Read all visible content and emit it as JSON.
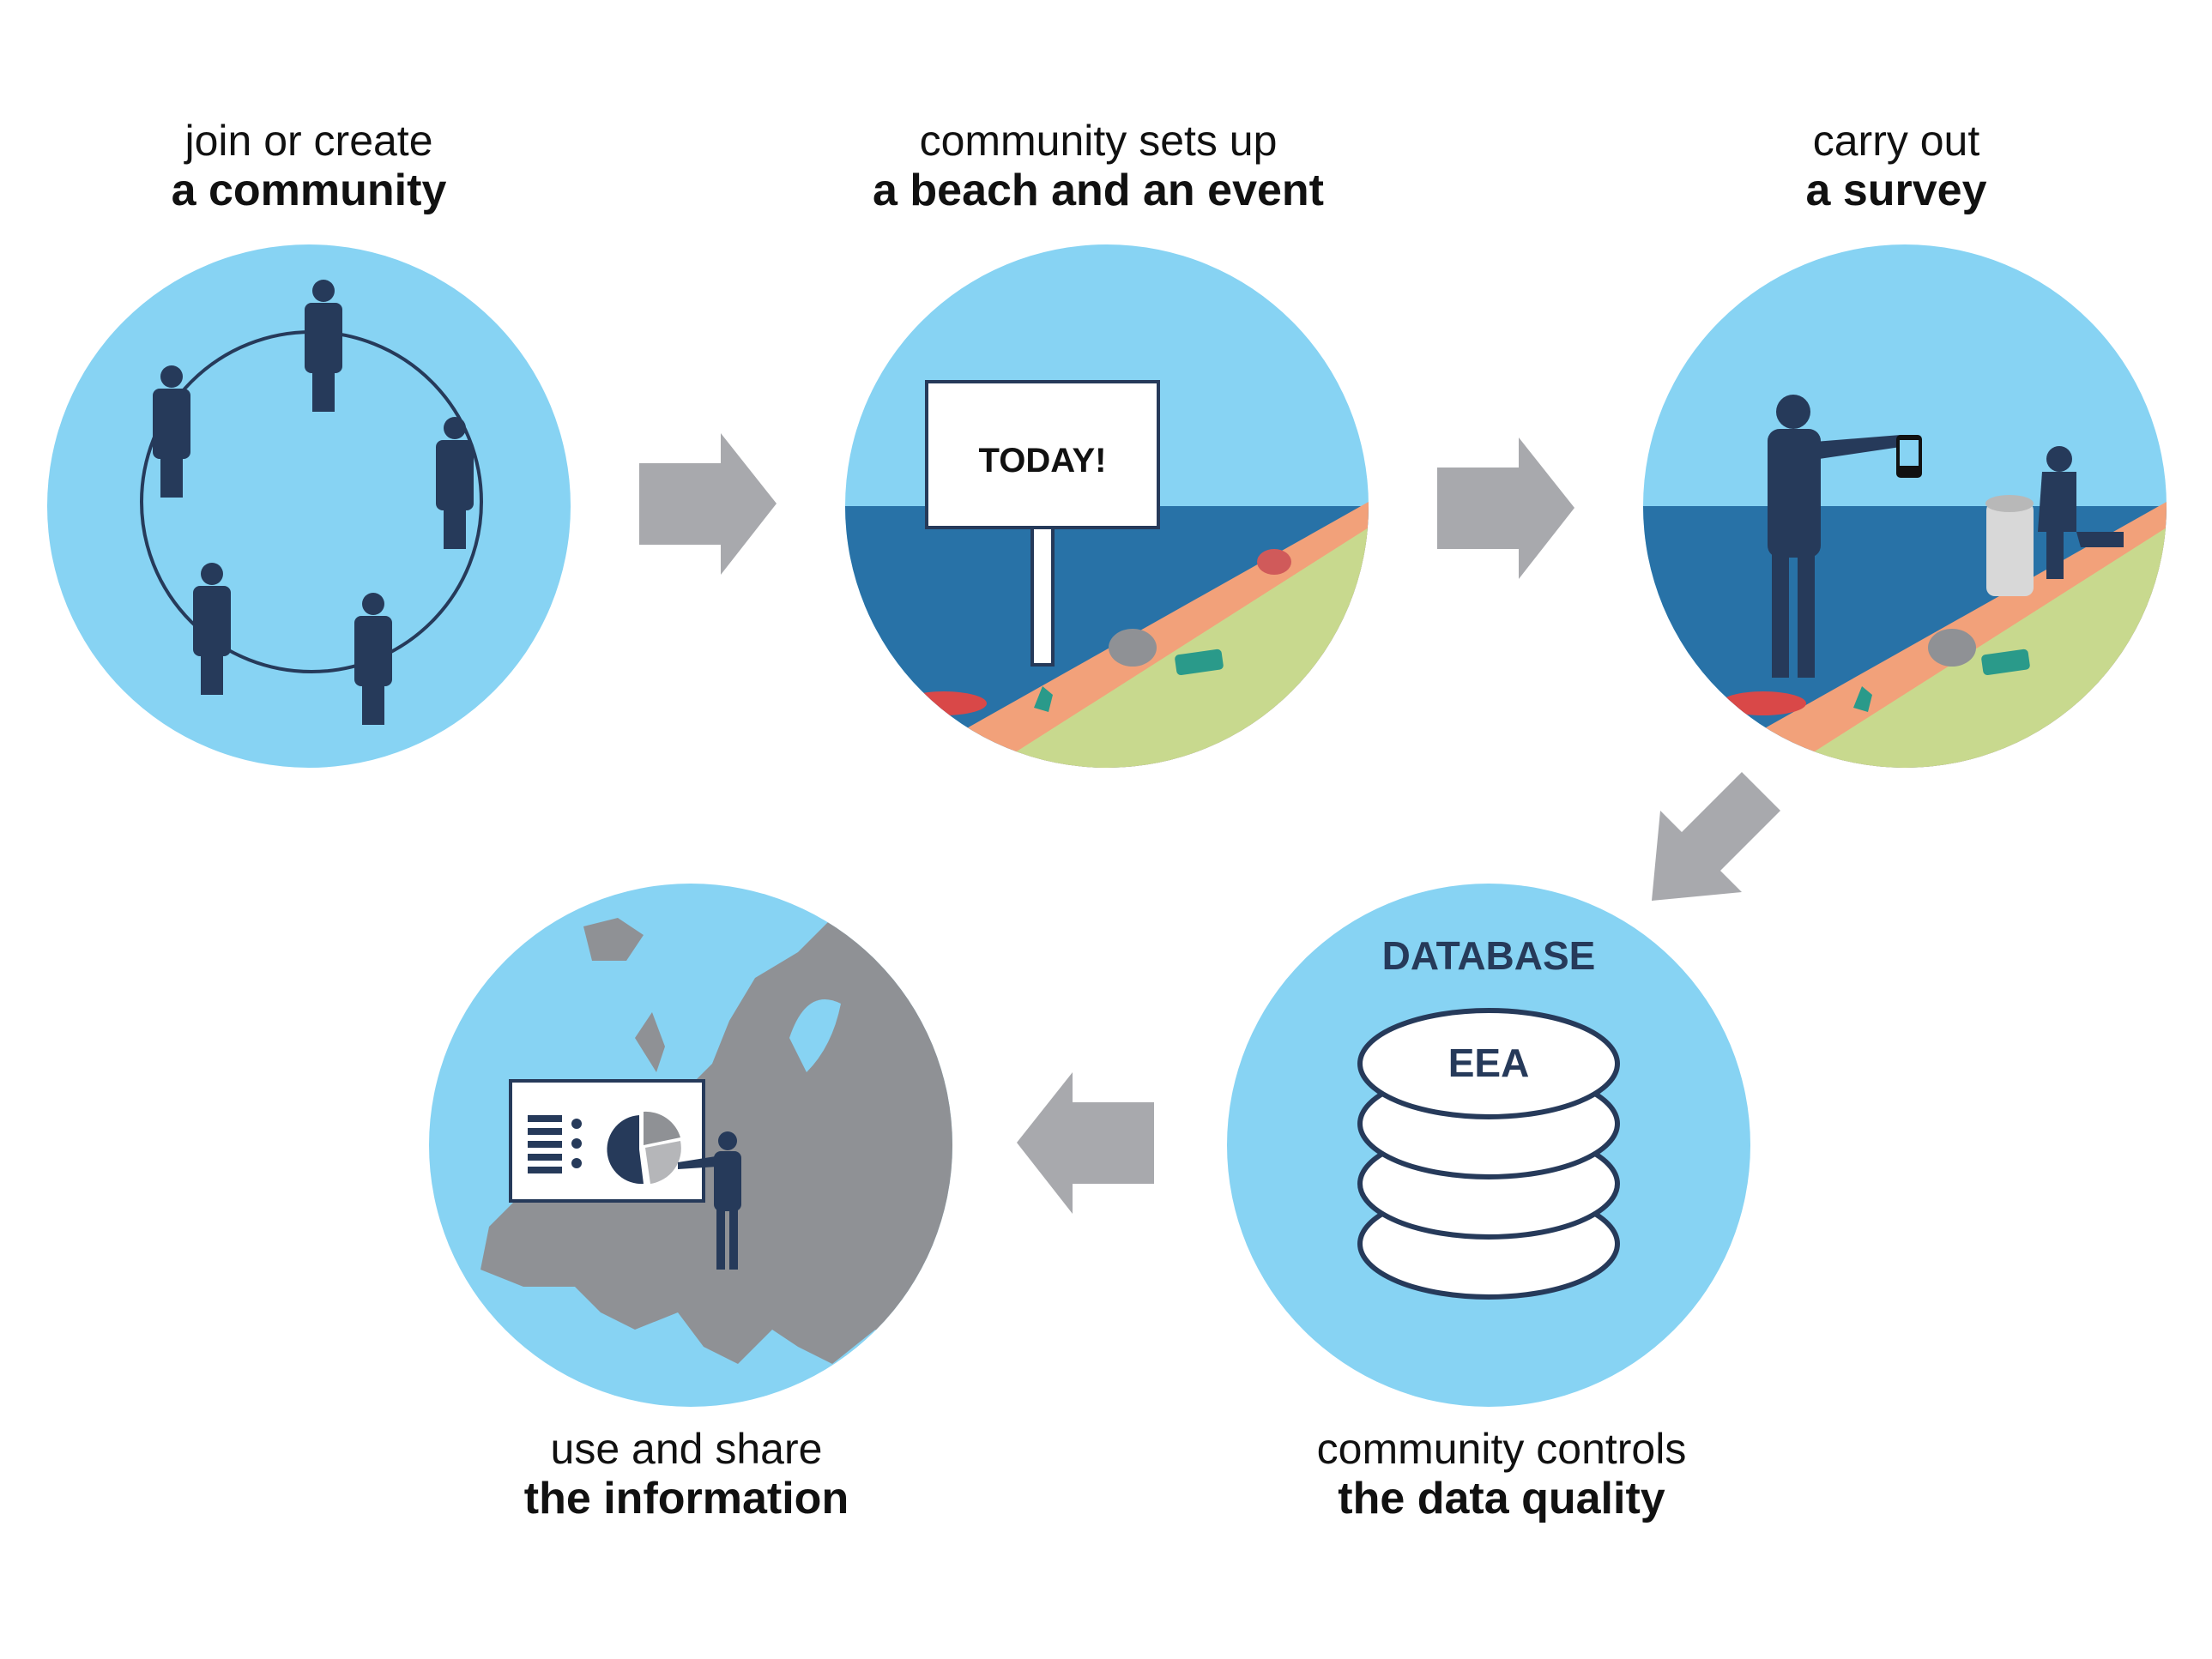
{
  "steps": [
    {
      "light": "join or create",
      "bold": "a community",
      "icon": "community-ring-icon"
    },
    {
      "light": "community sets up",
      "bold": "a beach and an event",
      "icon": "beach-sign-icon",
      "sign": "TODAY!"
    },
    {
      "light": "carry out",
      "bold": "a survey",
      "icon": "survey-beach-icon"
    },
    {
      "light": "community controls",
      "bold": "the data quality",
      "icon": "database-icon",
      "database_title": "DATABASE",
      "database_label": "EEA"
    },
    {
      "light": "use and share",
      "bold": "the information",
      "icon": "europe-map-presentation-icon"
    }
  ],
  "colors": {
    "sky": "#87d3f3",
    "sea": "#2872a7",
    "sand": "#f2a17a",
    "grass": "#c8d98e",
    "figure": "#263a5a",
    "arrow": "#a8a9ad",
    "land": "#8f9195"
  }
}
